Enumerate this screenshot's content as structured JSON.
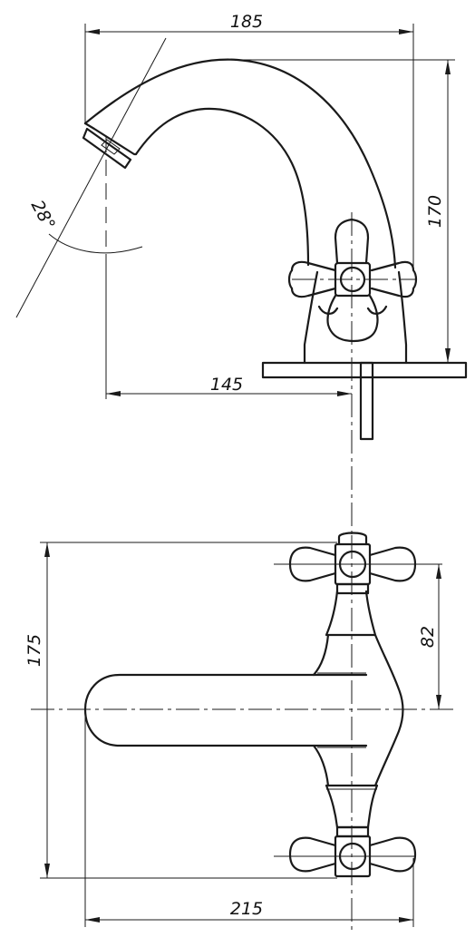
{
  "drawing": {
    "dimensions": {
      "spout_reach_width": "185",
      "spout_height": "170",
      "spout_angle": "28°",
      "spout_projection": "145",
      "plan_depth": "175",
      "plan_half_spacing": "82",
      "plan_length": "215"
    }
  }
}
